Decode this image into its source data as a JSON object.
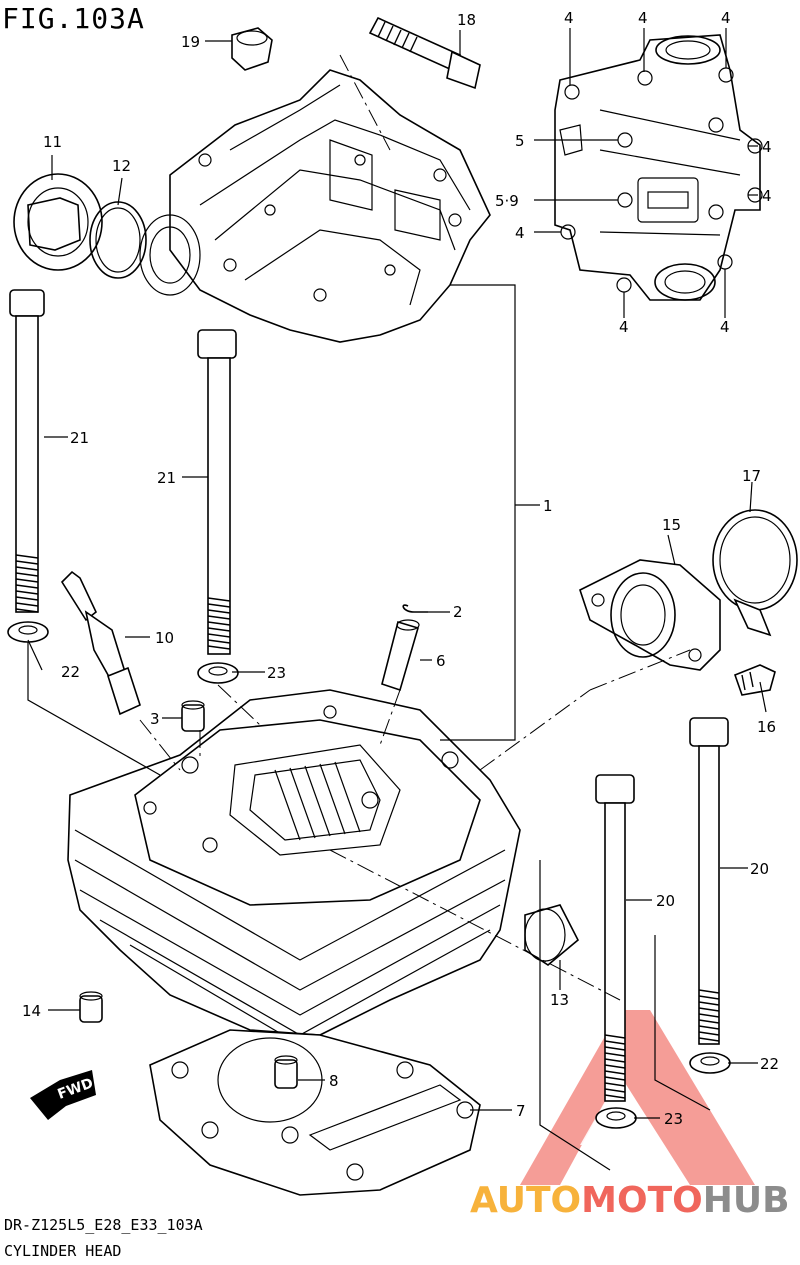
{
  "figure": {
    "title": "FIG.103A",
    "diagram_code": "DR-Z125L5_E28_E33_103A",
    "diagram_name": "CYLINDER HEAD"
  },
  "callouts": {
    "c1": "1",
    "c2": "2",
    "c3": "3",
    "c4": "4",
    "c5": "5",
    "c5_9": "5·9",
    "c6": "6",
    "c7": "7",
    "c8": "8",
    "c10": "10",
    "c11": "11",
    "c12": "12",
    "c13": "13",
    "c14": "14",
    "c15": "15",
    "c16": "16",
    "c17": "17",
    "c18": "18",
    "c19": "19",
    "c20": "20",
    "c21": "21",
    "c22": "22",
    "c23": "23"
  },
  "direction_badge": {
    "text": "FWD"
  },
  "watermark": {
    "auto": "AUTO",
    "moto": "MOTO",
    "hub": "HUB",
    "colors": {
      "red": "#f0665c",
      "orange": "#f7b23b",
      "gray": "#8c8c8c"
    }
  }
}
